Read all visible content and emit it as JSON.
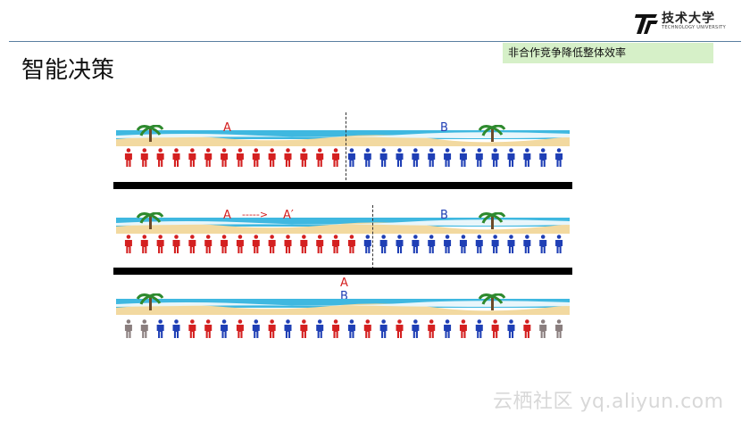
{
  "header": {
    "logo_text": "技术大学",
    "logo_subtitle": "TECHNOLOGY UNIVERSITY"
  },
  "page_title": "智能决策",
  "caption": "非合作竞争降低整体效率",
  "labels": {
    "a": "A",
    "b": "B",
    "arrow": "----->",
    "a_prime": "A′"
  },
  "colors": {
    "red": "#d42020",
    "blue": "#1f3fb5",
    "gray": "#8a7e7e",
    "sea": "#3fb8e0",
    "sand": "#f2d9a0"
  },
  "rows": [
    {
      "people": [
        "r",
        "r",
        "r",
        "r",
        "r",
        "r",
        "r",
        "r",
        "r",
        "r",
        "r",
        "r",
        "r",
        "r",
        "b",
        "b",
        "b",
        "b",
        "b",
        "b",
        "b",
        "b",
        "b",
        "b",
        "b",
        "b",
        "b",
        "b"
      ]
    },
    {
      "people": [
        "r",
        "r",
        "r",
        "r",
        "r",
        "r",
        "r",
        "r",
        "r",
        "r",
        "r",
        "r",
        "r",
        "r",
        "r",
        "b",
        "b",
        "b",
        "b",
        "b",
        "b",
        "b",
        "b",
        "b",
        "b",
        "b",
        "b",
        "b"
      ]
    },
    {
      "people": [
        "g",
        "g",
        "b",
        "b",
        "r",
        "r",
        "b",
        "r",
        "b",
        "r",
        "b",
        "r",
        "b",
        "r",
        "b",
        "r",
        "b",
        "r",
        "b",
        "r",
        "b",
        "r",
        "b",
        "r",
        "b",
        "r",
        "g",
        "g"
      ]
    }
  ],
  "watermark": "云栖社区 yq.aliyun.com"
}
